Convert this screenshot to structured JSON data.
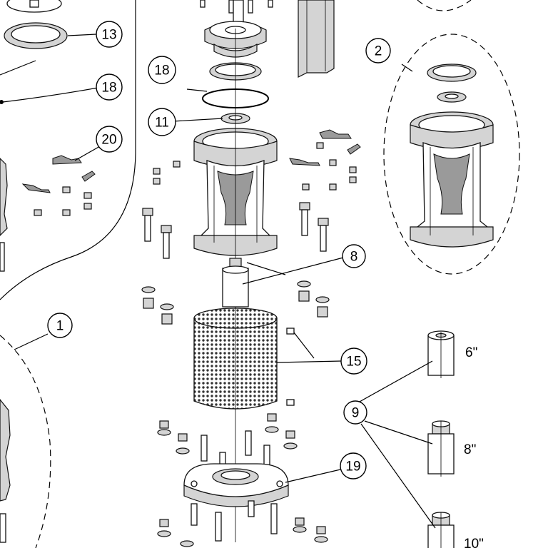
{
  "callouts": [
    {
      "id": "c13",
      "label": "13"
    },
    {
      "id": "c18a",
      "label": "18"
    },
    {
      "id": "c20",
      "label": "20"
    },
    {
      "id": "c18b",
      "label": "18"
    },
    {
      "id": "c11",
      "label": "11"
    },
    {
      "id": "c2",
      "label": "2"
    },
    {
      "id": "c8",
      "label": "8"
    },
    {
      "id": "c1",
      "label": "1"
    },
    {
      "id": "c15",
      "label": "15"
    },
    {
      "id": "c9",
      "label": "9"
    },
    {
      "id": "c19",
      "label": "19"
    }
  ],
  "size_labels": {
    "six": "6\"",
    "eight": "8\"",
    "ten": "10\""
  }
}
